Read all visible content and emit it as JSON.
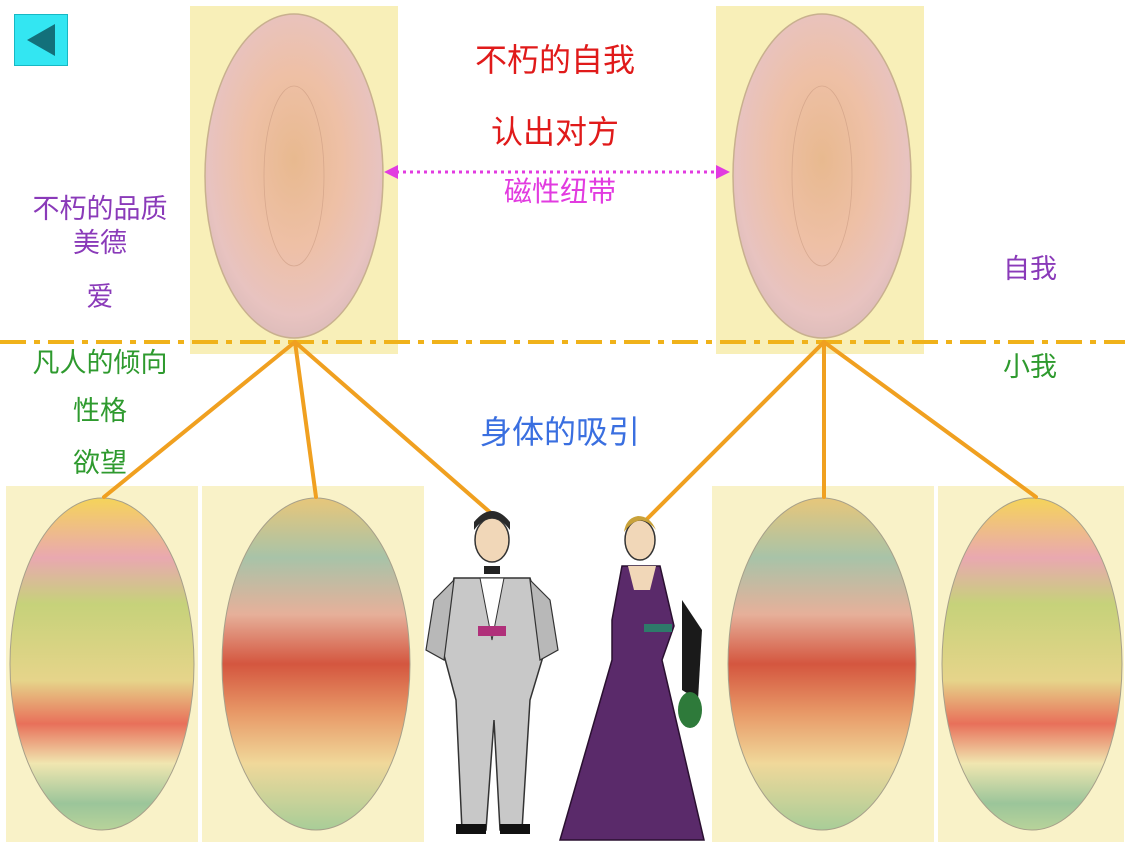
{
  "top_right_labels": {
    "line1": "不朽的自我",
    "line2": "认出对方"
  },
  "magnetic_link_label": "磁性纽带",
  "left_upper_labels": [
    "不朽的品质",
    "美德",
    "爱"
  ],
  "left_lower_labels": [
    "凡人的倾向",
    "性格",
    "欲望"
  ],
  "right_upper_label": "自我",
  "right_lower_label": "小我",
  "center_label": "身体的吸引",
  "colors": {
    "back_button": "#33e6f2",
    "divider": "#f0b21a",
    "connector": "#f0a020",
    "magnetic_arrow": "#e23be0",
    "title_red": "#e01a1a",
    "purple": "#8a3ab9",
    "green": "#2e9a2e",
    "blue": "#3a6fe0"
  },
  "icons": {
    "back": "back-triangle-icon"
  }
}
